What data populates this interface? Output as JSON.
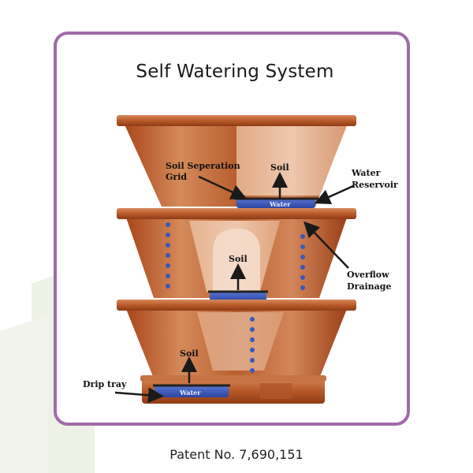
{
  "title": "Self Watering System",
  "labels": {
    "soil_separation_grid_line1": "Soil Seperation",
    "soil_separation_grid_line2": "Grid",
    "soil_top": "Soil",
    "water_reservoir_line1": "Water",
    "water_reservoir_line2": "Reservoir",
    "water_top": "Water",
    "soil_middle": "Soil",
    "overflow_drainage_line1": "Overflow",
    "overflow_drainage_line2": "Drainage",
    "soil_bottom": "Soil",
    "drip_tray": "Drip tray",
    "water_bottom": "Water"
  },
  "patent": "Patent No. 7,690,151",
  "colors": {
    "border": "#a06aa8",
    "copper_dark": "#b4582a",
    "copper_light": "#e6b08c",
    "water": "#3a58b8"
  }
}
